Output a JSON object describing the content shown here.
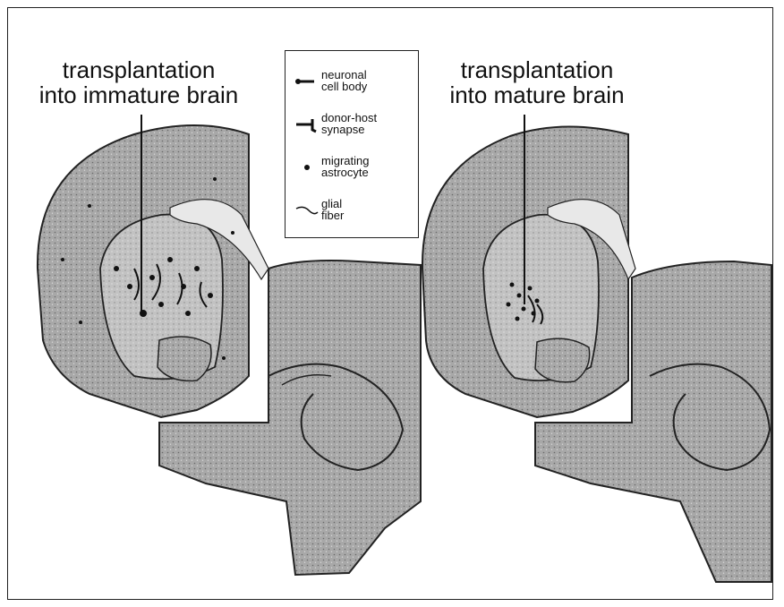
{
  "titles": {
    "left": "transplantation\ninto immature brain",
    "right": "transplantation\ninto mature brain"
  },
  "legend": {
    "items": [
      {
        "label": "neuronal\ncell body",
        "icon": "neuron-icon"
      },
      {
        "label": "donor-host\nsynapse",
        "icon": "synapse-icon"
      },
      {
        "label": "migrating\nastrocyte",
        "icon": "astrocyte-dot-icon"
      },
      {
        "label": "glial\nfiber",
        "icon": "glial-fiber-icon"
      }
    ]
  },
  "colors": {
    "tissue": "#9c9c9c",
    "tissue_light": "#c4c4c4",
    "outline": "#222222",
    "background": "#ffffff"
  }
}
